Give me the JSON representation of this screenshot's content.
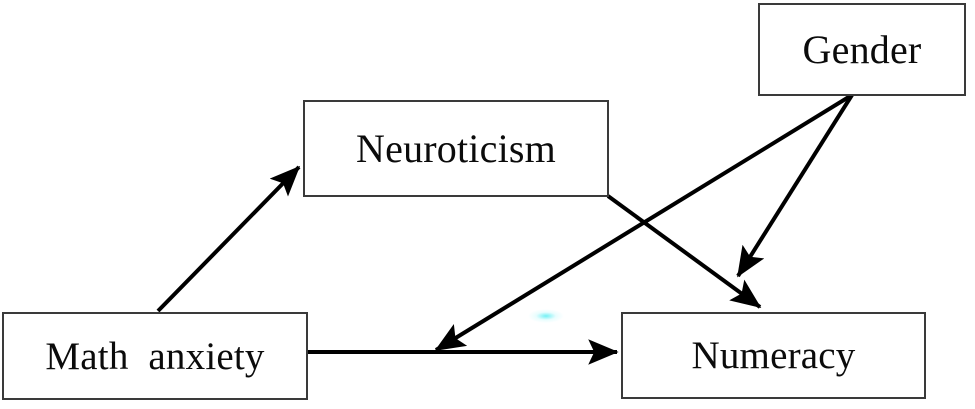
{
  "diagram": {
    "type": "path-diagram",
    "nodes": [
      {
        "id": "math-anxiety",
        "label": "Math  anxiety"
      },
      {
        "id": "neuroticism",
        "label": "Neuroticism"
      },
      {
        "id": "gender",
        "label": "Gender"
      },
      {
        "id": "numeracy",
        "label": "Numeracy"
      }
    ],
    "edges": [
      {
        "id": "math-anxiety-to-neuroticism",
        "from": "math-anxiety",
        "to": "neuroticism",
        "label": ""
      },
      {
        "id": "math-anxiety-to-numeracy",
        "from": "math-anxiety",
        "to": "numeracy",
        "label": ""
      },
      {
        "id": "neuroticism-to-numeracy",
        "from": "neuroticism",
        "to": "numeracy",
        "label": ""
      },
      {
        "id": "gender-to-numeracy",
        "from": "gender",
        "to": "numeracy",
        "label": ""
      },
      {
        "id": "gender-to-math-anxiety-path",
        "from": "gender",
        "to": "math-anxiety-to-numeracy-path",
        "label": ""
      }
    ],
    "colors": {
      "node_border": "#3a3a3a",
      "node_fill": "#ffffff",
      "edge": "#000000",
      "text": "#0b0b0b",
      "background": "#ffffff",
      "artifact": "#3cebf0"
    }
  }
}
